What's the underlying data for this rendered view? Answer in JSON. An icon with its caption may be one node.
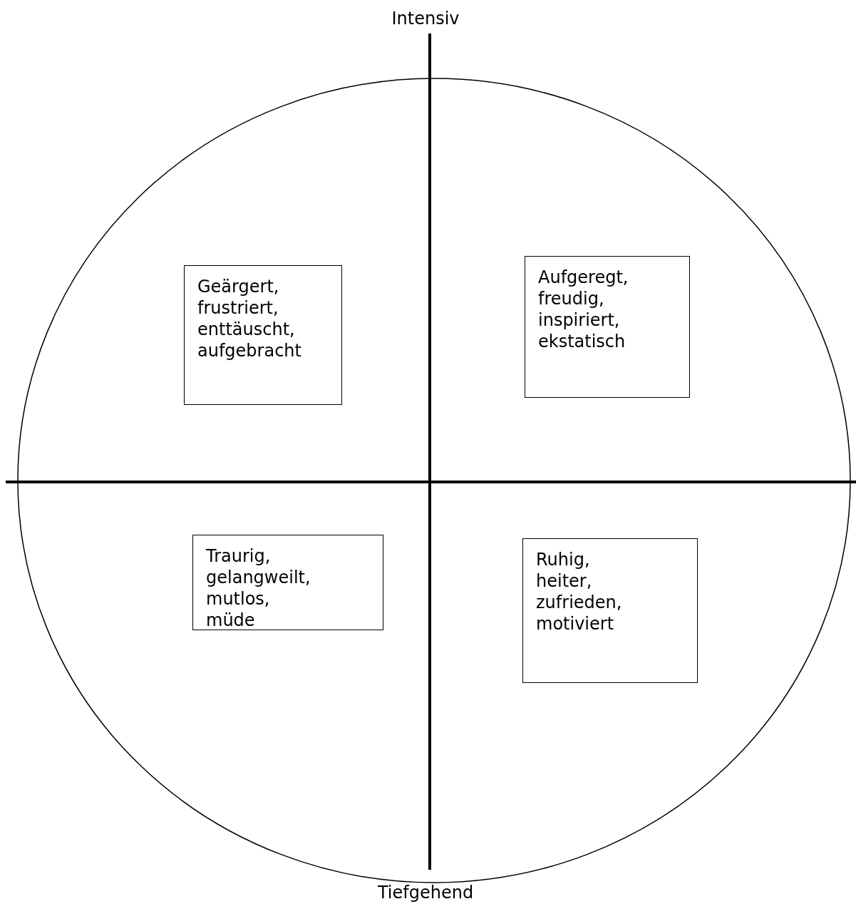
{
  "diagram": {
    "nodes": [
      {
        "text": [
          "Geärgert, frustriert, enttäuscht, aufgebracht"
        ]
      },
      {
        "text": [
          "Aufgeregt, freudig, inspiriert, ekstatisch"
        ]
      },
      {
        "text": [
          "Traurig, gelangweilt, mutlos, müde"
        ]
      },
      {
        "text": [
          "Ruhig, heiter, zufrieden, motiviert"
        ]
      }
    ],
    "labels": [
      "Intensiv",
      "Tiefgehend"
    ]
  }
}
